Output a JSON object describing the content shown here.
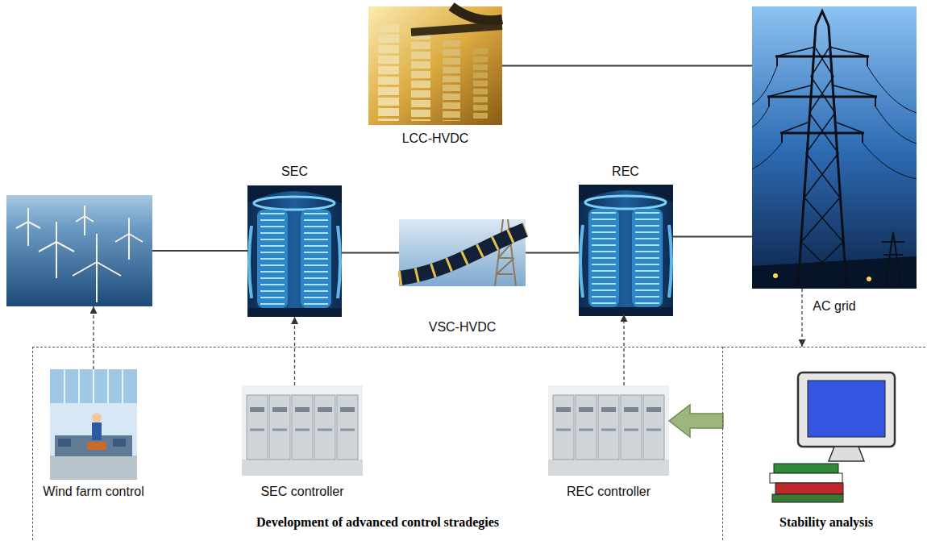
{
  "diagram": {
    "nodes": [
      {
        "text": [
          "LCC-HVDC"
        ]
      },
      {
        "text": []
      },
      {
        "text": [
          "SEC"
        ]
      },
      {
        "text": [
          "VSC-HVDC"
        ]
      },
      {
        "text": [
          "REC"
        ]
      },
      {
        "text": [
          "AC grid"
        ]
      },
      {
        "text": [
          "Development of advanced control stradegies"
        ]
      },
      {
        "text": [
          "Wind farm control"
        ],
        "in": 6
      },
      {
        "text": [
          "SEC controller"
        ],
        "in": 6
      },
      {
        "text": [
          "REC controller"
        ],
        "in": 6
      },
      {
        "text": [
          "Stability analysis"
        ]
      }
    ],
    "edges": [
      {
        "from": 0,
        "to": 5,
        "arrow": "none"
      },
      {
        "from": 1,
        "to": 2,
        "arrow": "none"
      },
      {
        "from": 2,
        "to": 3,
        "arrow": "none"
      },
      {
        "from": 3,
        "to": 4,
        "arrow": "none"
      },
      {
        "from": 4,
        "to": 5,
        "arrow": "none"
      },
      {
        "from": 7,
        "to": 1,
        "arrow": "to"
      },
      {
        "from": 8,
        "to": 2,
        "arrow": "to"
      },
      {
        "from": 9,
        "to": 4,
        "arrow": "to"
      },
      {
        "from": 5,
        "to": 10,
        "arrow": "to"
      },
      {
        "from": 10,
        "to": 9,
        "arrow": "to"
      }
    ]
  }
}
